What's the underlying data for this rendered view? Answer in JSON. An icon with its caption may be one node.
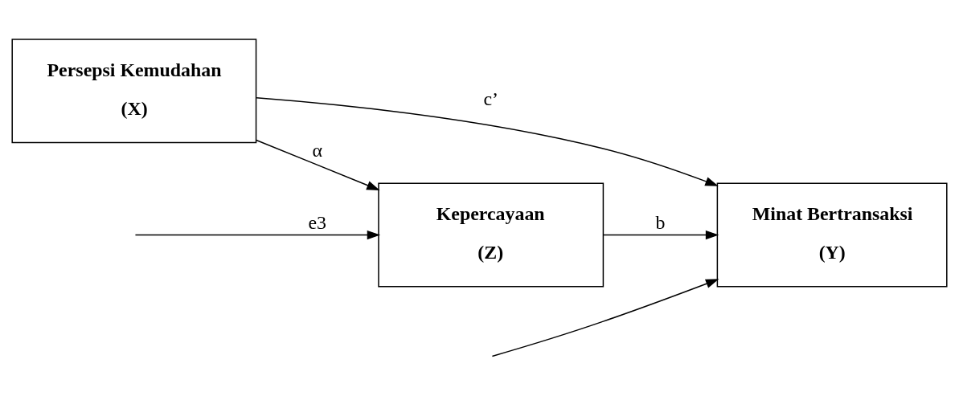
{
  "diagram": {
    "nodes": [
      {
        "text": [
          "Kepercayaan",
          "(Z)"
        ]
      },
      {
        "text": [
          "Persepsi Kemudahan",
          "(X)"
        ]
      },
      {
        "text": [
          "Minat Bertransaksi",
          "(Y)"
        ]
      }
    ],
    "edges": [
      {
        "from": 1,
        "to": 0,
        "arrow": "to",
        "label": "α"
      },
      {
        "from": 0,
        "to": 2,
        "arrow": "to",
        "label": "b"
      },
      {
        "from": 1,
        "to": 2,
        "arrow": "to",
        "label": "c’"
      },
      {
        "from": null,
        "to": 0,
        "arrow": "to",
        "label": "e3"
      },
      {
        "from": null,
        "to": 2,
        "arrow": "to"
      }
    ]
  }
}
